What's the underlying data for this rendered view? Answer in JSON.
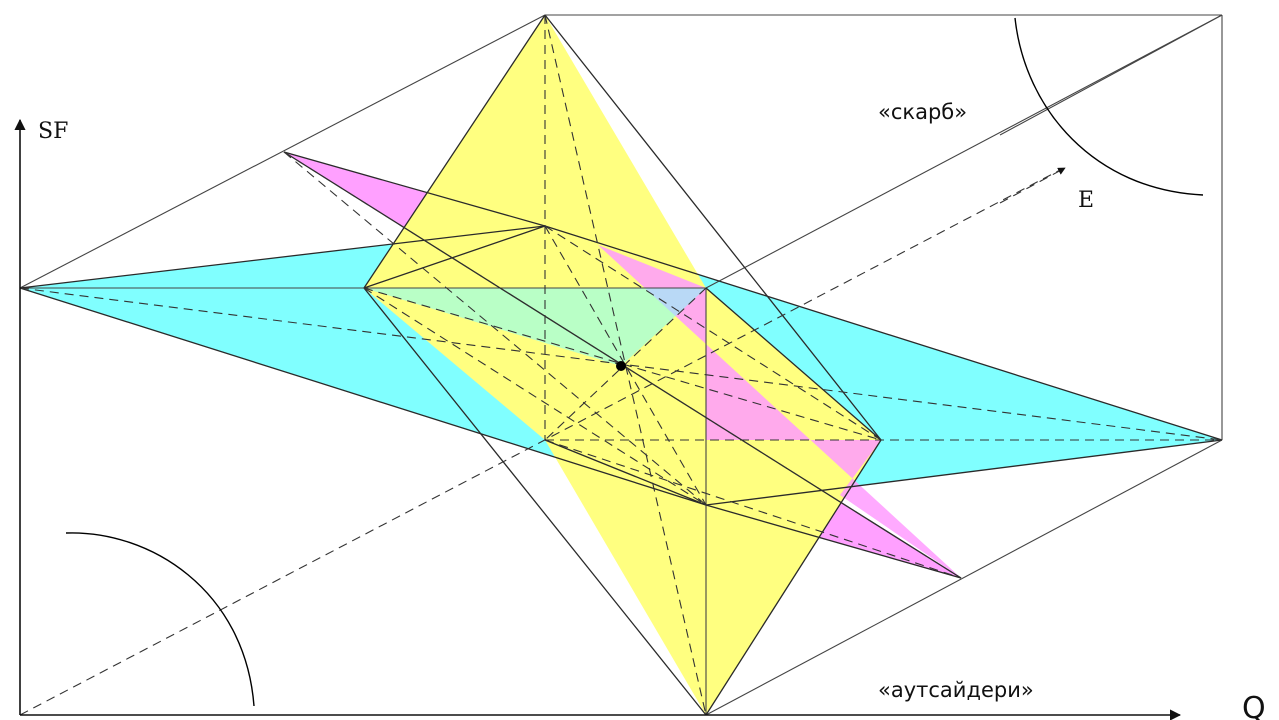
{
  "labels": {
    "y_axis": "SF",
    "x_axis": "Q",
    "diagonal_axis": "E",
    "treasure_region": "«скарб»",
    "outsiders_region": "«аутсайдери»"
  },
  "colors": {
    "cyan_plane": "#80ffff",
    "magenta_plane": "#ff9bff",
    "yellow_plane": "#ffff80",
    "lines": "#2a2a2a"
  }
}
